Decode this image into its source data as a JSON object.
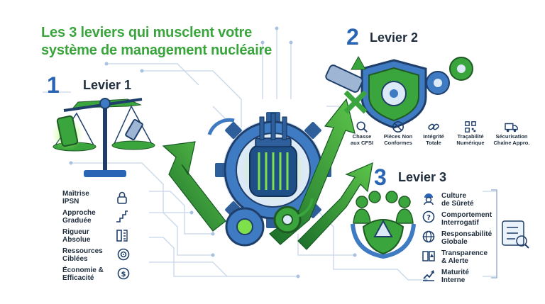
{
  "title_line1": "Les 3 leviers qui musclent votre",
  "title_line2": "système de management nucléaire",
  "levier1": {
    "number": "1",
    "label": "Levier 1",
    "items": [
      {
        "l1": "Maîtrise",
        "l2": "IPSN",
        "icon": "lock-shield-icon"
      },
      {
        "l1": "Approche",
        "l2": "Graduée",
        "icon": "stairs-icon"
      },
      {
        "l1": "Rigueur",
        "l2": "Absolue",
        "icon": "ruler-icon"
      },
      {
        "l1": "Ressources",
        "l2": "Ciblées",
        "icon": "target-icon"
      },
      {
        "l1": "Économie &",
        "l2": "Efficacité",
        "icon": "coin-cycle-icon"
      }
    ]
  },
  "levier2": {
    "number": "2",
    "label": "Levier 2",
    "items": [
      {
        "l1": "Chasse",
        "l2": "aux CFSI",
        "icon": "search-icon"
      },
      {
        "l1": "Pièces Non",
        "l2": "Conformes",
        "icon": "no-part-icon"
      },
      {
        "l1": "Intégrité",
        "l2": "Totale",
        "icon": "chain-link-icon"
      },
      {
        "l1": "Traçabilité",
        "l2": "Numérique",
        "icon": "qr-code-icon"
      },
      {
        "l1": "Sécurisation",
        "l2": "Chaîne Appro.",
        "icon": "truck-icon"
      }
    ]
  },
  "levier3": {
    "number": "3",
    "label": "Levier 3",
    "items": [
      {
        "l1": "Culture",
        "l2": "de Sûreté",
        "icon": "safety-worker-icon"
      },
      {
        "l1": "Comportement",
        "l2": "Interrogatif",
        "icon": "question-bubble-icon"
      },
      {
        "l1": "Responsabilité",
        "l2": "Globale",
        "icon": "globe-icon"
      },
      {
        "l1": "Transparence",
        "l2": "& Alerte",
        "icon": "book-alert-icon"
      },
      {
        "l1": "Maturité",
        "l2": "Interne",
        "icon": "growth-chart-icon"
      }
    ]
  },
  "colors": {
    "green": "#3aa53c",
    "blue": "#2a64b4",
    "dark": "#1f2d3d",
    "light_blue": "#cfe0f2"
  }
}
